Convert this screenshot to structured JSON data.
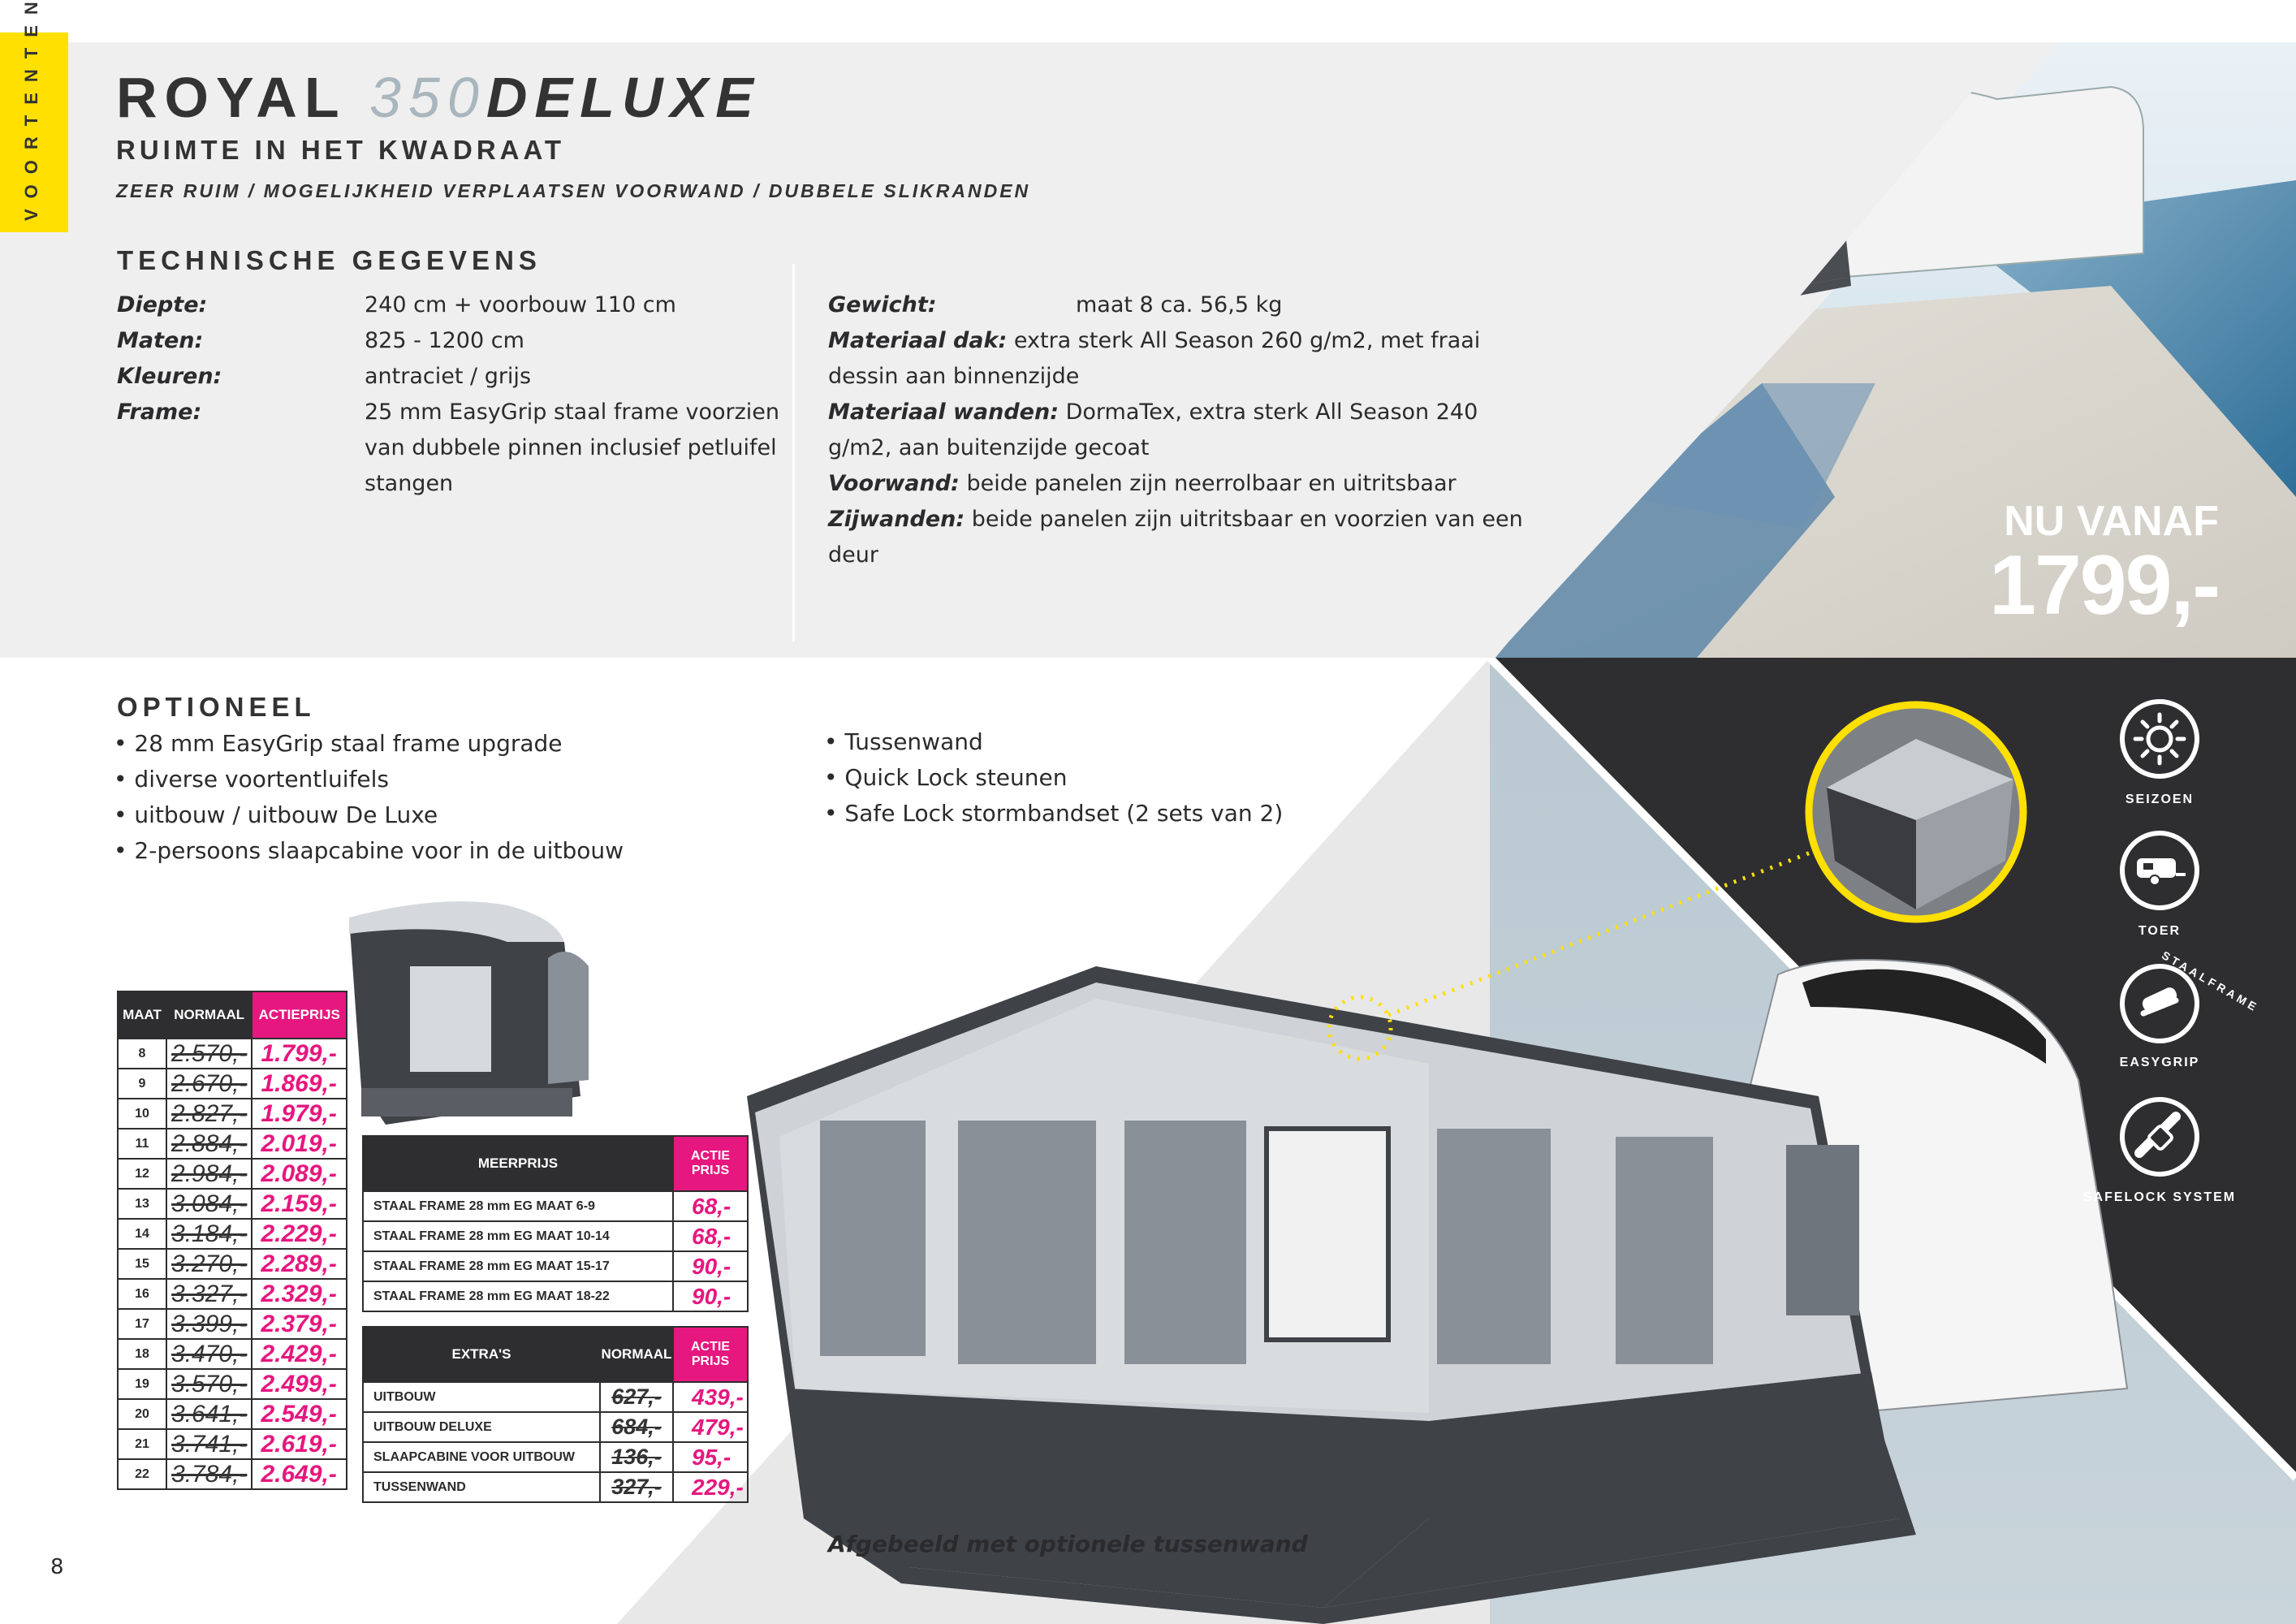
{
  "side_tab": "VOORTENTEN",
  "title": {
    "brand": "ROYAL",
    "model": "350",
    "edition": "DELUXE"
  },
  "subtitle": "RUIMTE IN HET KWADRAAT",
  "tagline": "ZEER RUIM / MOGELIJKHEID VERPLAATSEN VOORWAND / DUBBELE SLIKRANDEN",
  "technical": {
    "heading": "TECHNISCHE GEGEVENS",
    "left": [
      {
        "label": "Diepte:",
        "value": "240 cm + voorbouw 110 cm"
      },
      {
        "label": "Maten:",
        "value": "825 - 1200  cm"
      },
      {
        "label": "Kleuren:",
        "value": "antraciet / grijs"
      },
      {
        "label": "Frame:",
        "value": "25 mm EasyGrip staal frame voorzien van dubbele pinnen inclusief petluifel stangen"
      }
    ],
    "weight_label": "Gewicht:",
    "weight_value": "maat 8 ca. 56,5 kg",
    "right": [
      {
        "label": "Materiaal dak:",
        "value": "extra sterk All Season 260 g/m2, met fraai dessin aan binnenzijde"
      },
      {
        "label": "Materiaal wanden:",
        "value": "DormaTex, extra sterk All Season 240 g/m2, aan buitenzijde gecoat"
      },
      {
        "label": "Voorwand:",
        "value": "beide panelen zijn neerrolbaar en uitritsbaar"
      },
      {
        "label": "Zijwanden:",
        "value": "beide panelen zijn uitritsbaar en voorzien van een deur"
      }
    ]
  },
  "price": {
    "label": "NU VANAF",
    "value": "1799,-"
  },
  "optional": {
    "heading": "OPTIONEEL",
    "left": [
      "• 28 mm EasyGrip staal frame upgrade",
      "• diverse voortentluifels",
      "• uitbouw / uitbouw De Luxe",
      "• 2-persoons slaapcabine voor in de uitbouw"
    ],
    "right": [
      "• Tussenwand",
      "• Quick Lock steunen",
      "• Safe Lock stormbandset (2 sets van 2)"
    ]
  },
  "size_table": {
    "headers": [
      "MAAT",
      "NORMAAL",
      "ACTIEPRIJS"
    ],
    "rows": [
      [
        "8",
        "2.570,-",
        "1.799,-"
      ],
      [
        "9",
        "2.670,-",
        "1.869,-"
      ],
      [
        "10",
        "2.827,-",
        "1.979,-"
      ],
      [
        "11",
        "2.884,-",
        "2.019,-"
      ],
      [
        "12",
        "2.984,-",
        "2.089,-"
      ],
      [
        "13",
        "3.084,-",
        "2.159,-"
      ],
      [
        "14",
        "3.184,-",
        "2.229,-"
      ],
      [
        "15",
        "3.270,-",
        "2.289,-"
      ],
      [
        "16",
        "3.327,-",
        "2.329,-"
      ],
      [
        "17",
        "3.399,-",
        "2.379,-"
      ],
      [
        "18",
        "3.470,-",
        "2.429,-"
      ],
      [
        "19",
        "3.570,-",
        "2.499,-"
      ],
      [
        "20",
        "3.641,-",
        "2.549,-"
      ],
      [
        "21",
        "3.741,-",
        "2.619,-"
      ],
      [
        "22",
        "3.784,-",
        "2.649,-"
      ]
    ]
  },
  "meer_table": {
    "headers": [
      "MEERPRIJS",
      "ACTIE PRIJS"
    ],
    "rows": [
      [
        "STAAL FRAME 28 mm EG MAAT 6-9",
        "68,-"
      ],
      [
        "STAAL FRAME 28 mm EG MAAT 10-14",
        "68,-"
      ],
      [
        "STAAL FRAME 28 mm EG MAAT 15-17",
        "90,-"
      ],
      [
        "STAAL FRAME 28 mm EG MAAT 18-22",
        "90,-"
      ]
    ]
  },
  "extra_table": {
    "headers": [
      "EXTRA'S",
      "NORMAAL",
      "ACTIE PRIJS"
    ],
    "rows": [
      [
        "UITBOUW",
        "627,-",
        "439,-"
      ],
      [
        "UITBOUW DELUXE",
        "684,-",
        "479,-"
      ],
      [
        "SLAAPCABINE VOOR UITBOUW",
        "136,-",
        "95,-"
      ],
      [
        "TUSSENWAND",
        "327,-",
        "229,-"
      ]
    ]
  },
  "features": [
    {
      "icon": "sun-icon",
      "label": "SEIZOEN"
    },
    {
      "icon": "caravan-icon",
      "label": "TOER"
    },
    {
      "icon": "easygrip-icon",
      "label": "EASYGRIP",
      "arc_label": "STAALFRAME"
    },
    {
      "icon": "safelock-icon",
      "label": "SAFELOCK SYSTEM"
    }
  ],
  "caption": "Afgebeeld met optionele tussenwand",
  "page_number": "8",
  "colors": {
    "accent_yellow": "#ffe000",
    "accent_pink": "#e6177f",
    "dark": "#2e2e30",
    "panel_grey": "#efefef"
  }
}
